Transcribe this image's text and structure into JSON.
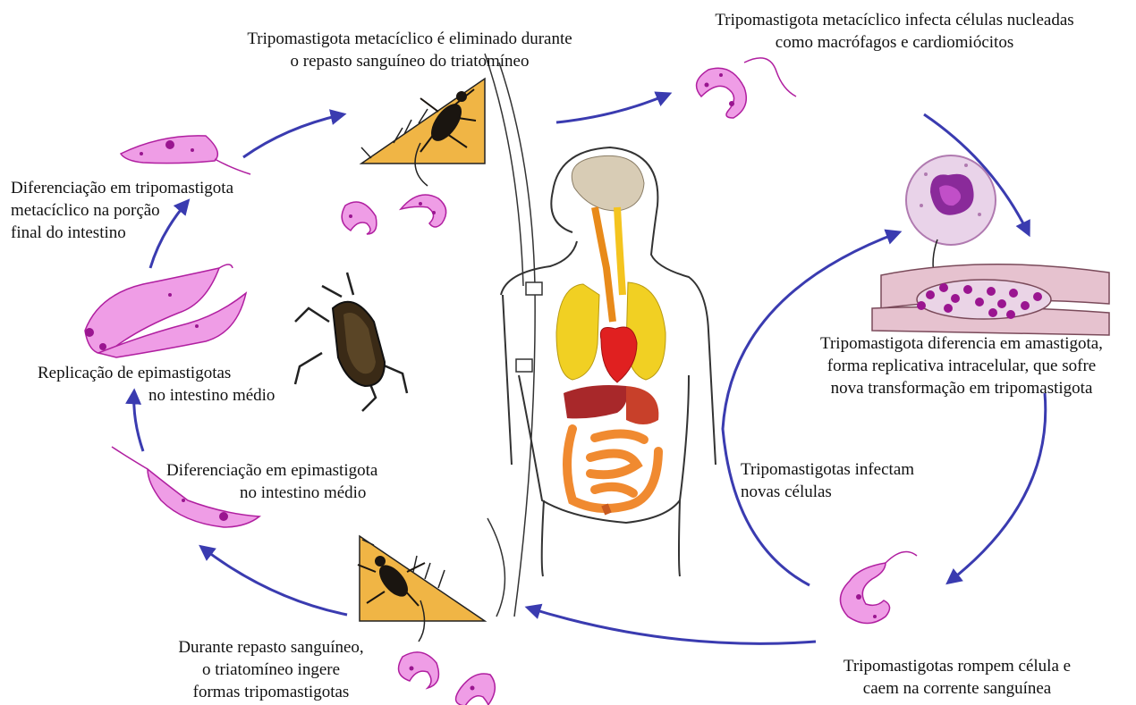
{
  "labels": {
    "eliminated": [
      "Tripomastigota metacíclico é eliminado durante",
      "o repasto sanguíneo do triatomíneo"
    ],
    "infects": [
      "Tripomastigota metacíclico infecta células nucleadas",
      "como macrófagos e cardiomiócitos"
    ],
    "diff_tripo": [
      "Diferenciação em tripomastigota",
      "metacíclico na porção",
      "final do intestino"
    ],
    "replication": [
      "Replicação de epimastigotas",
      "no intestino médio"
    ],
    "amastigote": [
      "Tripomastigota diferencia em amastigota,",
      "forma replicativa intracelular, que sofre",
      "nova transformação em tripomastigota"
    ],
    "infect_new": [
      "Tripomastigotas infectam",
      "novas células"
    ],
    "diff_epi": [
      "Diferenciação em epimastigota",
      "no intestino médio"
    ],
    "ingests": [
      "Durante repasto sanguíneo,",
      "o triatomíneo ingere",
      "formas tripomastigotas"
    ],
    "rupture": [
      "Tripomastigotas rompem célula e",
      "caem na corrente sanguínea"
    ]
  },
  "colors": {
    "arrow": "#3a3bb0",
    "parasite_fill": "#ef9de6",
    "parasite_stroke": "#b01fa0",
    "parasite_nucleus": "#9a1590",
    "skin": "#f0b545",
    "bug": "#2a231a",
    "brain": "#d8ccb5",
    "lungs": "#f1d023",
    "heart": "#e02020",
    "liver": "#a8282a",
    "intestine": "#f08a30",
    "cell_fill": "#e9d3e9",
    "muscle": "#e6c2cf"
  }
}
